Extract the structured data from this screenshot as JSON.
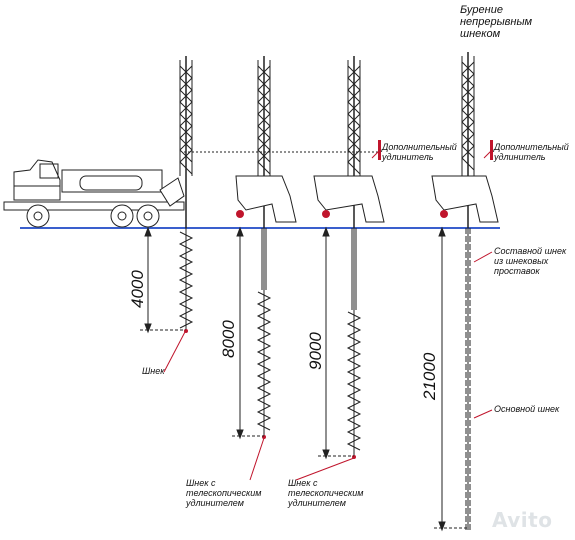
{
  "title": "Бурение непрерывным шнеком",
  "labels": {
    "ext1": "Дополнительный удлинитель",
    "ext2": "Дополнительный удлинитель",
    "composite_auger": "Составной шнек из шнековых проставок",
    "main_auger": "Основной шнек",
    "auger": "Шнек",
    "telescopic1": "Шнек с телескопическим удлинителем",
    "telescopic2": "Шнек с телескопическим удлинителем"
  },
  "dimensions": [
    "4000",
    "8000",
    "9000",
    "21000"
  ],
  "watermark": "Avito",
  "colors": {
    "lines": "#222222",
    "accent": "#c0152c",
    "ground": "#3a5fcd"
  }
}
